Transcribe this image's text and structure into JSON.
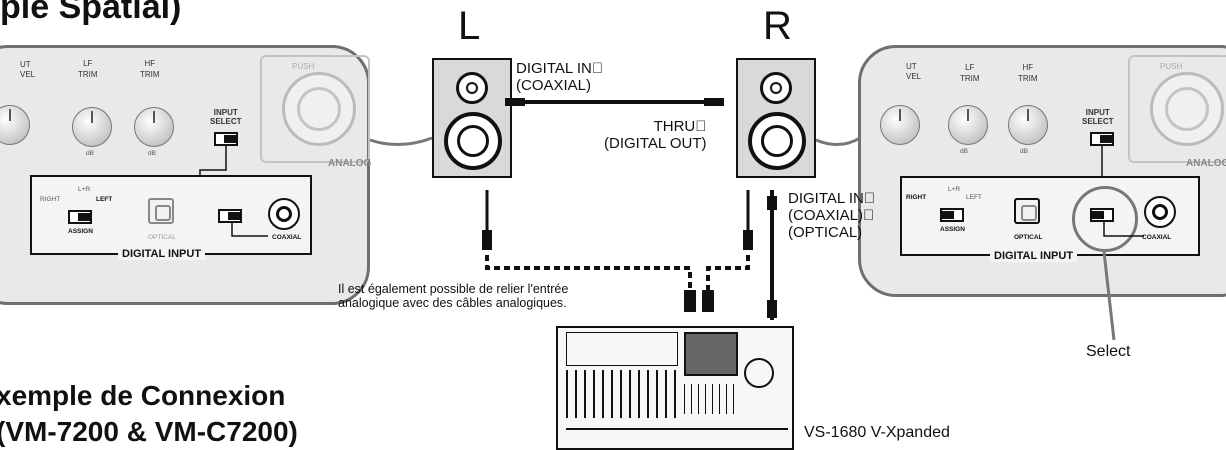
{
  "top_heading": "ple Spatial)",
  "speakers": {
    "left_label": "L",
    "right_label": "R"
  },
  "connections": {
    "digital_in_coaxial": [
      "DIGITAL IN\u0000",
      "(COAXIAL)"
    ],
    "thru_digital_out": [
      "THRU\u0000",
      "(DIGITAL OUT)"
    ],
    "digital_in_coaxial_optical": [
      "DIGITAL IN\u0000",
      "(COAXIAL)\u0000",
      "(OPTICAL)"
    ],
    "analog_note": [
      "Il est également possible de relier l'entrée",
      "analogique avec des câbles analogiques."
    ]
  },
  "recorder_label": "VS-1680 V-Xpanded",
  "select_label": "Select",
  "bottom_heading": [
    "xemple de Connexion",
    "(VM-7200 & VM-C7200)"
  ],
  "left_panel": {
    "knobs": [
      "UT\nVEL",
      "LF\nTRIM",
      "HF\nTRIM"
    ],
    "input_select": "INPUT\nSELECT",
    "analog": "ANALOG",
    "push": "PUSH",
    "right": "RIGHT",
    "lr": "L+R",
    "left": "LEFT",
    "assign": "ASSIGN",
    "optical": "OPTICAL",
    "coaxial": "COAXIAL",
    "digital_input": "DIGITAL INPUT"
  },
  "right_panel": {
    "knobs": [
      "UT\nVEL",
      "LF\nTRIM",
      "HF\nTRIM"
    ],
    "input_select": "INPUT\nSELECT",
    "analog": "ANALOG",
    "push": "PUSH",
    "right": "RIGHT",
    "lr": "L+R",
    "left": "LEFT",
    "assign": "ASSIGN",
    "optical": "OPTICAL",
    "coaxial": "COAXIAL",
    "digital_input": "DIGITAL INPUT"
  },
  "colors": {
    "panel_bg": "#e9e9e9",
    "panel_border": "#6f6f6f",
    "line": "#111111"
  }
}
